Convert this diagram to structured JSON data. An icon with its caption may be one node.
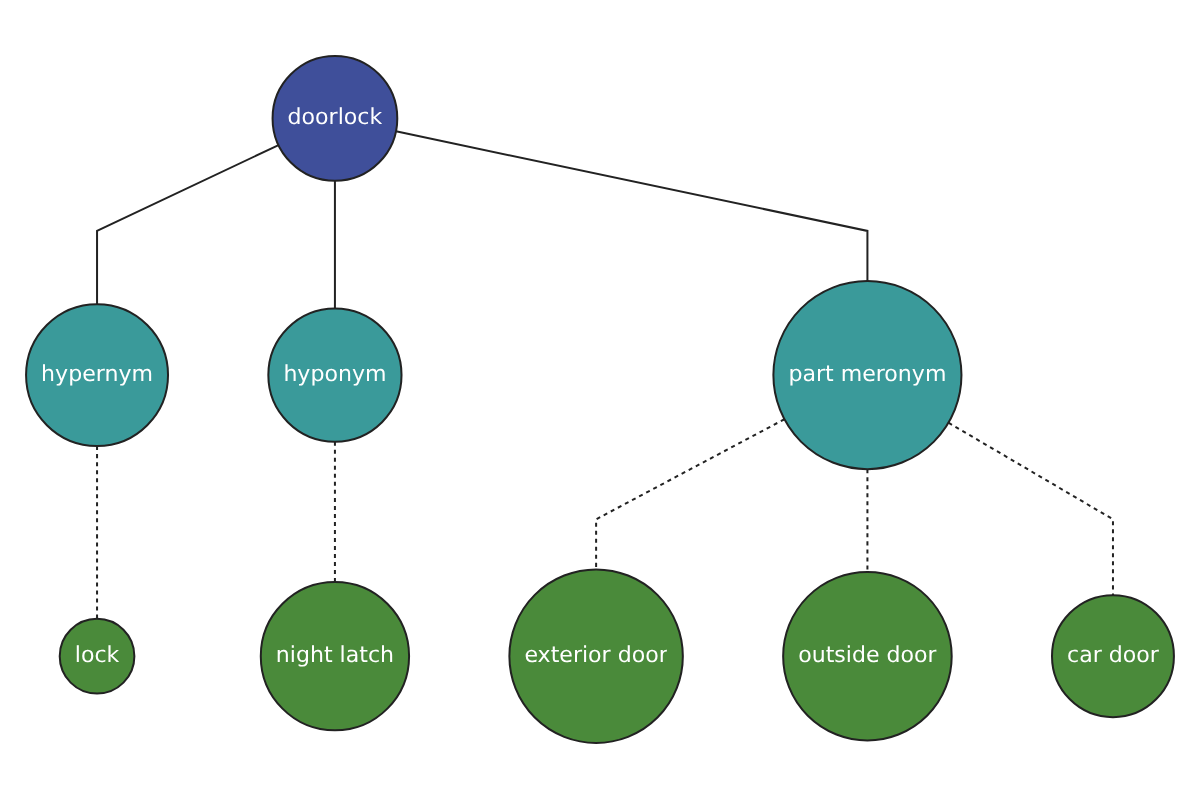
{
  "diagram": {
    "nodes": [
      {
        "text": [
          "lock"
        ]
      },
      {
        "text": [
          "hypernym"
        ]
      },
      {
        "text": [
          "hyponym"
        ]
      },
      {
        "text": [
          "night latch"
        ]
      },
      {
        "text": [
          "doorlock"
        ]
      },
      {
        "text": [
          "part meronym"
        ]
      },
      {
        "text": [
          "exterior door"
        ]
      },
      {
        "text": [
          "outside door"
        ]
      },
      {
        "text": [
          "car door"
        ]
      }
    ],
    "edges": [
      {
        "from": 4,
        "to": 1,
        "arrow": "none"
      },
      {
        "from": 1,
        "to": 0,
        "arrow": "none",
        "style": "dashed"
      },
      {
        "from": 4,
        "to": 2,
        "arrow": "none"
      },
      {
        "from": 2,
        "to": 3,
        "arrow": "none",
        "style": "dashed"
      },
      {
        "from": 4,
        "to": 5,
        "arrow": "none"
      },
      {
        "from": 5,
        "to": 6,
        "arrow": "none",
        "style": "dashed"
      },
      {
        "from": 5,
        "to": 7,
        "arrow": "none",
        "style": "dashed"
      },
      {
        "from": 5,
        "to": 8,
        "arrow": "none",
        "style": "dashed"
      }
    ]
  }
}
